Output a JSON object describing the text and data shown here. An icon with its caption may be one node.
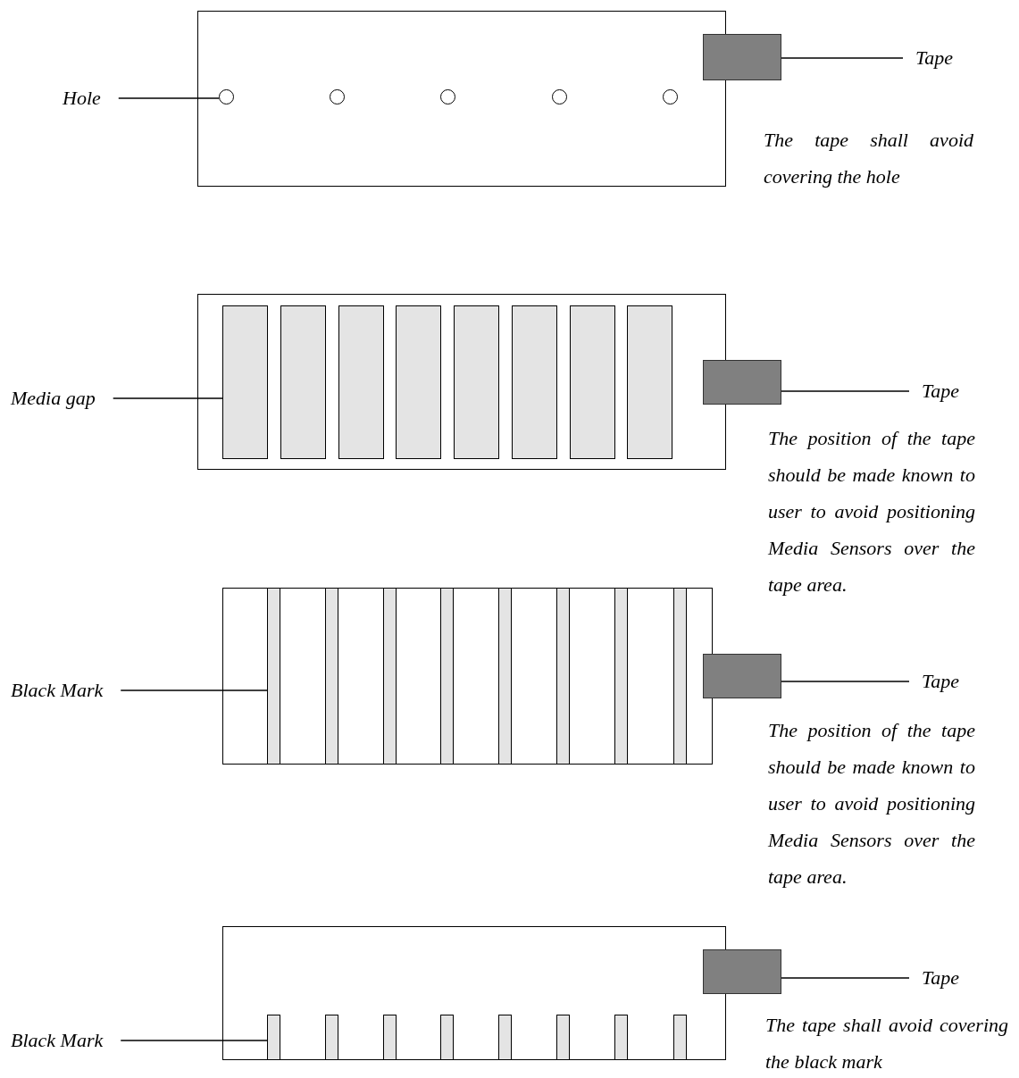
{
  "diagram": {
    "nodes": [
      {
        "text": [],
        "shape": "box"
      },
      {
        "text": [],
        "shape": "circle",
        "in": 0
      },
      {
        "text": [],
        "shape": "circle",
        "in": 0
      },
      {
        "text": [],
        "shape": "circle",
        "in": 0
      },
      {
        "text": [],
        "shape": "circle",
        "in": 0
      },
      {
        "text": [],
        "shape": "circle",
        "in": 0
      },
      {
        "text": [],
        "shape": "box"
      },
      {
        "text": [
          "Hole"
        ]
      },
      {
        "text": [
          "Tape"
        ]
      },
      {
        "text": [],
        "shape": "box"
      },
      {
        "text": [],
        "shape": "bar",
        "in": 9
      },
      {
        "text": [],
        "shape": "bar",
        "in": 9
      },
      {
        "text": [],
        "shape": "bar",
        "in": 9
      },
      {
        "text": [],
        "shape": "bar",
        "in": 9
      },
      {
        "text": [],
        "shape": "bar",
        "in": 9
      },
      {
        "text": [],
        "shape": "bar",
        "in": 9
      },
      {
        "text": [],
        "shape": "bar",
        "in": 9
      },
      {
        "text": [],
        "shape": "bar",
        "in": 9
      },
      {
        "text": [],
        "shape": "box"
      },
      {
        "text": [
          "Media gap"
        ]
      },
      {
        "text": [
          "Tape"
        ]
      },
      {
        "text": [],
        "shape": "box"
      },
      {
        "text": [],
        "shape": "bar",
        "in": 21
      },
      {
        "text": [],
        "shape": "bar",
        "in": 21
      },
      {
        "text": [],
        "shape": "bar",
        "in": 21
      },
      {
        "text": [],
        "shape": "bar",
        "in": 21
      },
      {
        "text": [],
        "shape": "bar",
        "in": 21
      },
      {
        "text": [],
        "shape": "bar",
        "in": 21
      },
      {
        "text": [],
        "shape": "bar",
        "in": 21
      },
      {
        "text": [],
        "shape": "bar",
        "in": 21
      },
      {
        "text": [],
        "shape": "box"
      },
      {
        "text": [
          "Black Mark"
        ]
      },
      {
        "text": [
          "Tape"
        ]
      },
      {
        "text": [],
        "shape": "box"
      },
      {
        "text": [],
        "shape": "bar",
        "in": 33
      },
      {
        "text": [],
        "shape": "bar",
        "in": 33
      },
      {
        "text": [],
        "shape": "bar",
        "in": 33
      },
      {
        "text": [],
        "shape": "bar",
        "in": 33
      },
      {
        "text": [],
        "shape": "bar",
        "in": 33
      },
      {
        "text": [],
        "shape": "bar",
        "in": 33
      },
      {
        "text": [],
        "shape": "bar",
        "in": 33
      },
      {
        "text": [],
        "shape": "bar",
        "in": 33
      },
      {
        "text": [],
        "shape": "box"
      },
      {
        "text": [
          "Black Mark"
        ]
      },
      {
        "text": [
          "Tape"
        ]
      }
    ],
    "edges": [
      {
        "from": 7,
        "to": 1,
        "arrow": "none"
      },
      {
        "from": 8,
        "to": 6,
        "arrow": "none"
      },
      {
        "from": 19,
        "to": 10,
        "arrow": "none"
      },
      {
        "from": 20,
        "to": 18,
        "arrow": "none"
      },
      {
        "from": 31,
        "to": 22,
        "arrow": "none"
      },
      {
        "from": 32,
        "to": 30,
        "arrow": "none"
      },
      {
        "from": 43,
        "to": 34,
        "arrow": "none"
      },
      {
        "from": 44,
        "to": 42,
        "arrow": "none"
      }
    ],
    "labels": [
      "The tape shall avoid covering the hole",
      "The position of the tape should be made known to user to avoid positioning Media Sensors over the tape area.",
      "The position of the tape should be made known to user to avoid positioning Media Sensors over the tape area.",
      "The tape shall avoid covering the black mark"
    ]
  }
}
